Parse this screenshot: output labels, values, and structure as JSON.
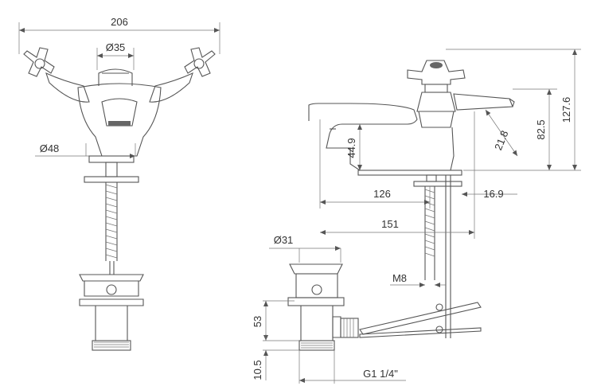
{
  "dimensions": {
    "overall_width": "206",
    "spout_diameter": "Ø35",
    "base_diameter": "Ø48",
    "spout_height": "44.9",
    "reach_126": "126",
    "reach_151": "151",
    "offset_16_9": "16.9",
    "handle_21_8": "21.8",
    "height_82_5": "82.5",
    "height_127_6": "127.6",
    "waste_diameter": "Ø31",
    "thread_m8": "M8",
    "waste_height": "53",
    "waste_thread_height": "10.5",
    "waste_thread": "G1 1/4\""
  },
  "colors": {
    "line": "#555555",
    "text": "#333333"
  }
}
